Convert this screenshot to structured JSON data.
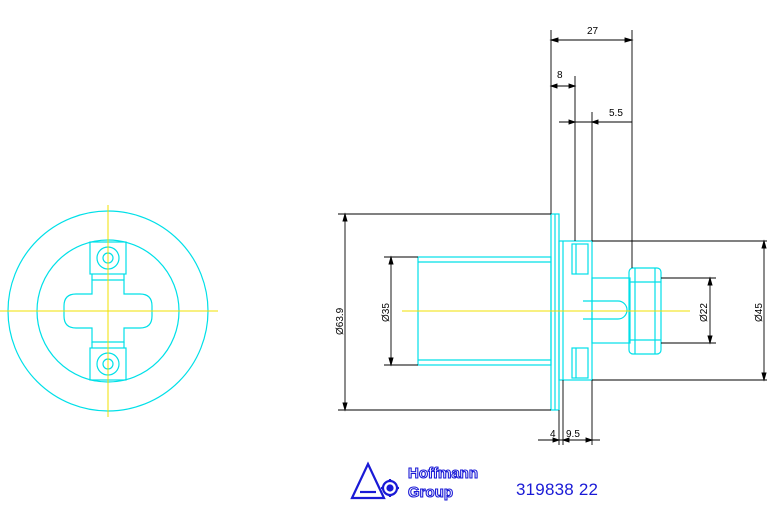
{
  "colors": {
    "outline": "#00e0e8",
    "centerline": "#f0e000",
    "dimension": "#000000",
    "brand": "#1a1ad6"
  },
  "dimensions": {
    "overall_length": "27",
    "flange_to_step": "8",
    "step_offset": "5.5",
    "flange_diameter": "Ø63.9",
    "body_diameter": "Ø35",
    "shaft_diameter": "Ø22",
    "hub_diameter": "Ø45",
    "flange_thickness": "4",
    "hub_length": "9.5"
  },
  "logo": {
    "line1": "Hoffmann",
    "line2": "Group",
    "icon": "hoffmann-group-logo-icon"
  },
  "part_number": "319838 22"
}
